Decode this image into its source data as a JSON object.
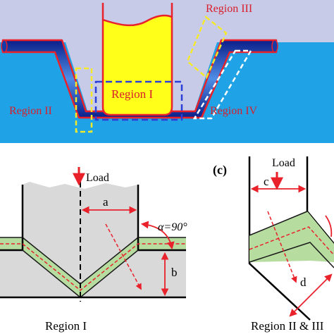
{
  "figure": {
    "top_panel": {
      "labels": {
        "region_1": "Region I",
        "region_2": "Region II",
        "region_3": "Region III",
        "region_4": "Region IV"
      },
      "colors": {
        "background": "#c8cbe8",
        "die": "#1fa3e6",
        "sheet_red": "#e8212a",
        "punch": "#ffff1a",
        "box_yellow": "#f5ea2a",
        "box_blue": "#2b3ed8",
        "box_white": "#ffffff",
        "label_red": "#d81e2a"
      }
    },
    "bottom_left_panel": {
      "load_label": "Load",
      "dimension_a": "a",
      "dimension_b": "b",
      "angle_label": "α=90°",
      "caption": "Region I",
      "colors": {
        "material": "#d9d9d9",
        "band": "#b6dca0",
        "arrow": "#e8212a"
      }
    },
    "bottom_right_panel": {
      "panel_tag": "(c)",
      "load_label": "Load",
      "dimension_c": "c",
      "dimension_d": "d",
      "caption": "Region II & III"
    }
  }
}
